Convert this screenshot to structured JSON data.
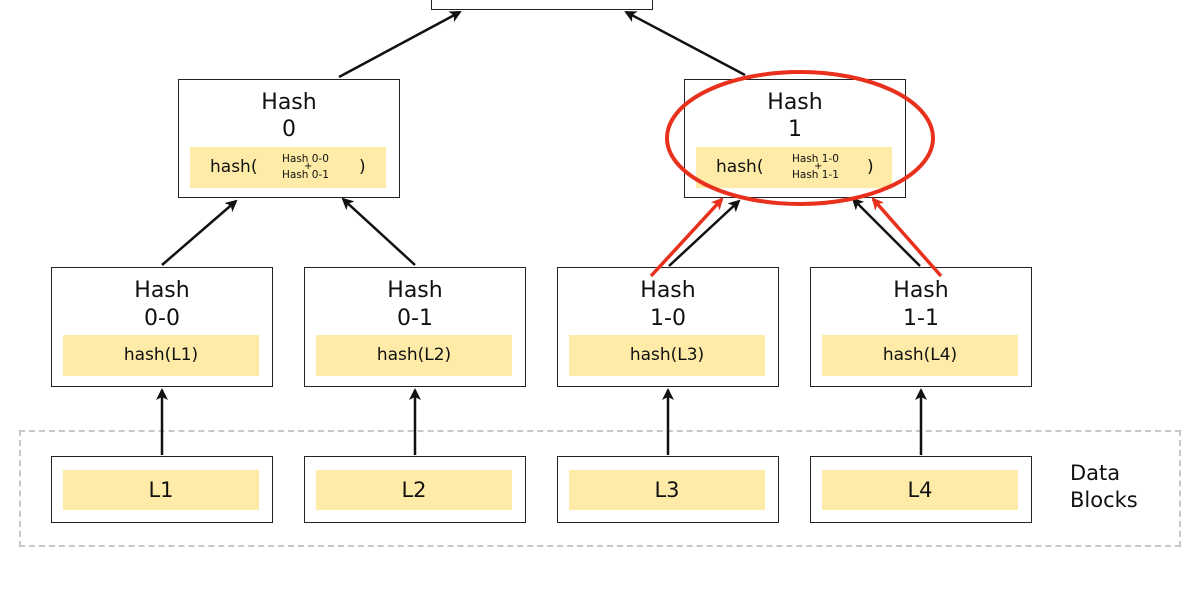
{
  "nodes": {
    "hash0": {
      "title1": "Hash",
      "title2": "0",
      "fn_open": "hash(",
      "arg1": "Hash 0-0",
      "plus": "+",
      "arg2": "Hash 0-1",
      "fn_close": ")"
    },
    "hash1": {
      "title1": "Hash",
      "title2": "1",
      "fn_open": "hash(",
      "arg1": "Hash 1-0",
      "plus": "+",
      "arg2": "Hash 1-1",
      "fn_close": ")"
    },
    "hash00": {
      "title1": "Hash",
      "title2": "0-0",
      "fn": "hash(L1)"
    },
    "hash01": {
      "title1": "Hash",
      "title2": "0-1",
      "fn": "hash(L2)"
    },
    "hash10": {
      "title1": "Hash",
      "title2": "1-0",
      "fn": "hash(L3)"
    },
    "hash11": {
      "title1": "Hash",
      "title2": "1-1",
      "fn": "hash(L4)"
    }
  },
  "leaves": [
    "L1",
    "L2",
    "L3",
    "L4"
  ],
  "data_blocks_label": {
    "line1": "Data",
    "line2": "Blocks"
  },
  "colors": {
    "highlight_fill": "#fdeba7",
    "accent_red": "#e8301c",
    "edge": "#111111",
    "dashed_border": "#c8c8c8"
  }
}
